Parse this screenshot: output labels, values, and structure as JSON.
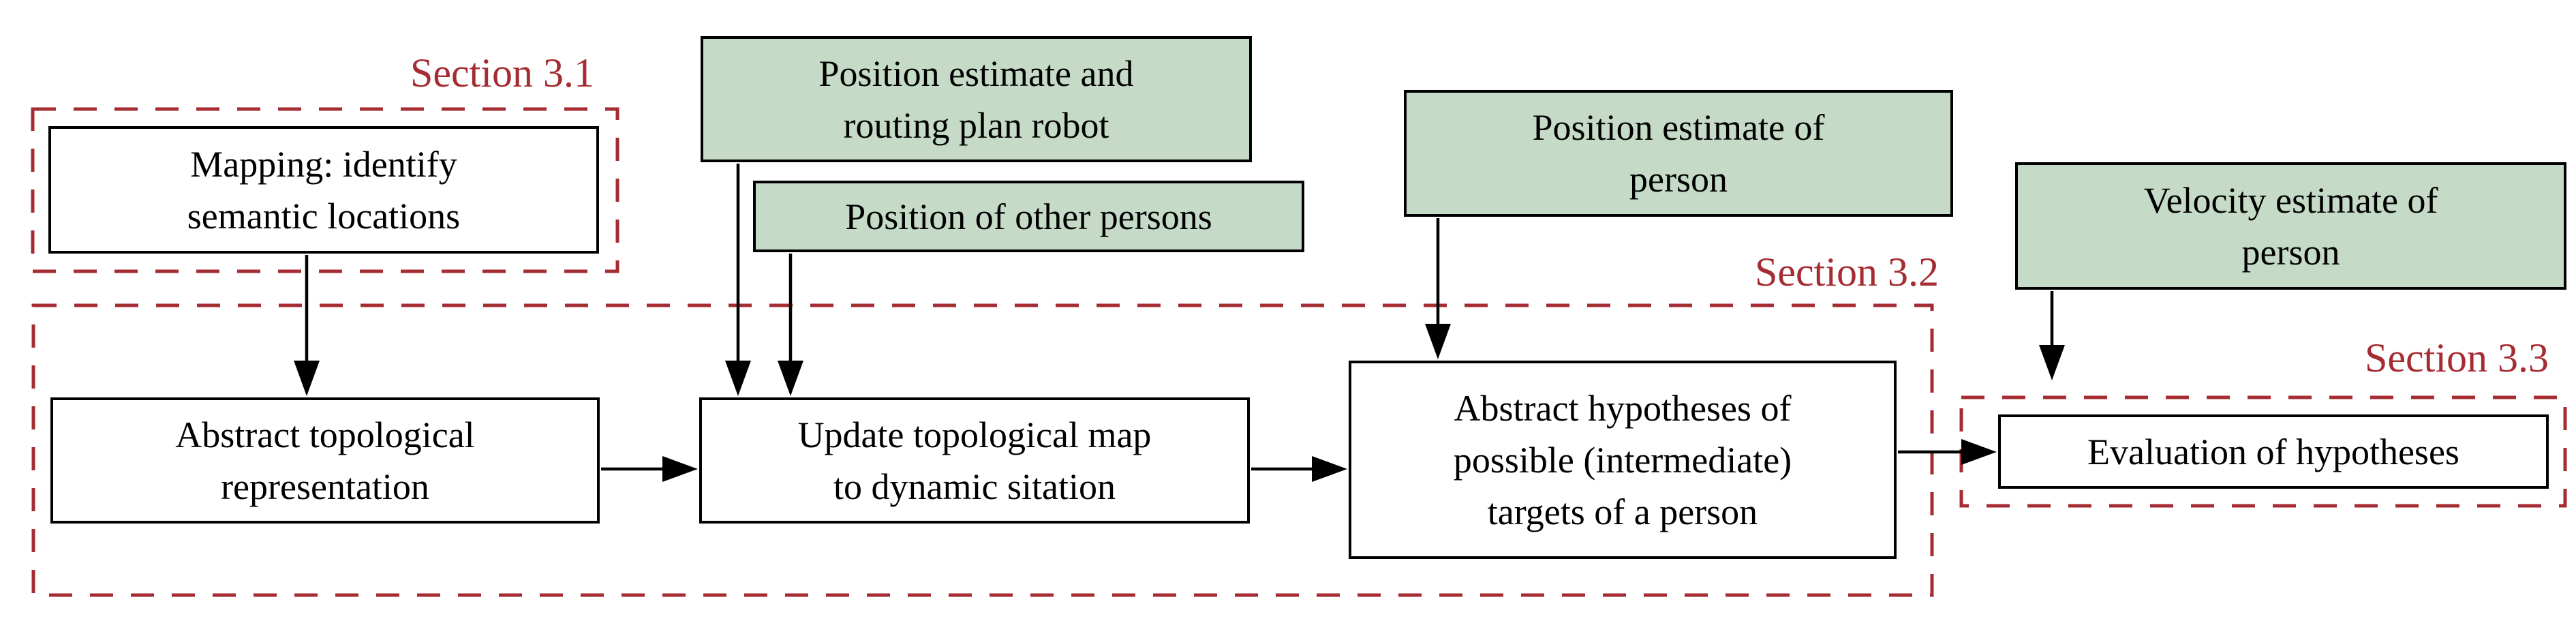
{
  "page": {
    "background": "#ffffff",
    "description_title": ""
  },
  "colors": {
    "input_green": "#c6dac8",
    "accent_red": "#a52c32",
    "line_black": "#000000",
    "box_white": "#ffffff"
  },
  "sections": {
    "s31": {
      "label": "Section 3.1"
    },
    "s32": {
      "label": "Section 3.2"
    },
    "s33": {
      "label": "Section 3.3"
    }
  },
  "nodes": {
    "mapping": {
      "lines": [
        "Mapping: identify",
        "semantic locations"
      ]
    },
    "pos_robot": {
      "lines": [
        "Position estimate and",
        "routing plan robot"
      ]
    },
    "pos_others": {
      "lines": [
        "Position of other persons"
      ]
    },
    "pos_person": {
      "lines": [
        "Position estimate of",
        "person"
      ]
    },
    "vel_person": {
      "lines": [
        "Velocity estimate of",
        "person"
      ]
    },
    "abstract_topo": {
      "lines": [
        "Abstract topological",
        "representation"
      ]
    },
    "update_map": {
      "lines": [
        "Update topological map",
        "to dynamic sitation"
      ]
    },
    "abstract_hypo": {
      "lines": [
        "Abstract hypotheses of",
        "possible (intermediate)",
        "targets of a person"
      ]
    },
    "evaluation": {
      "lines": [
        "Evaluation of hypotheses"
      ]
    }
  }
}
